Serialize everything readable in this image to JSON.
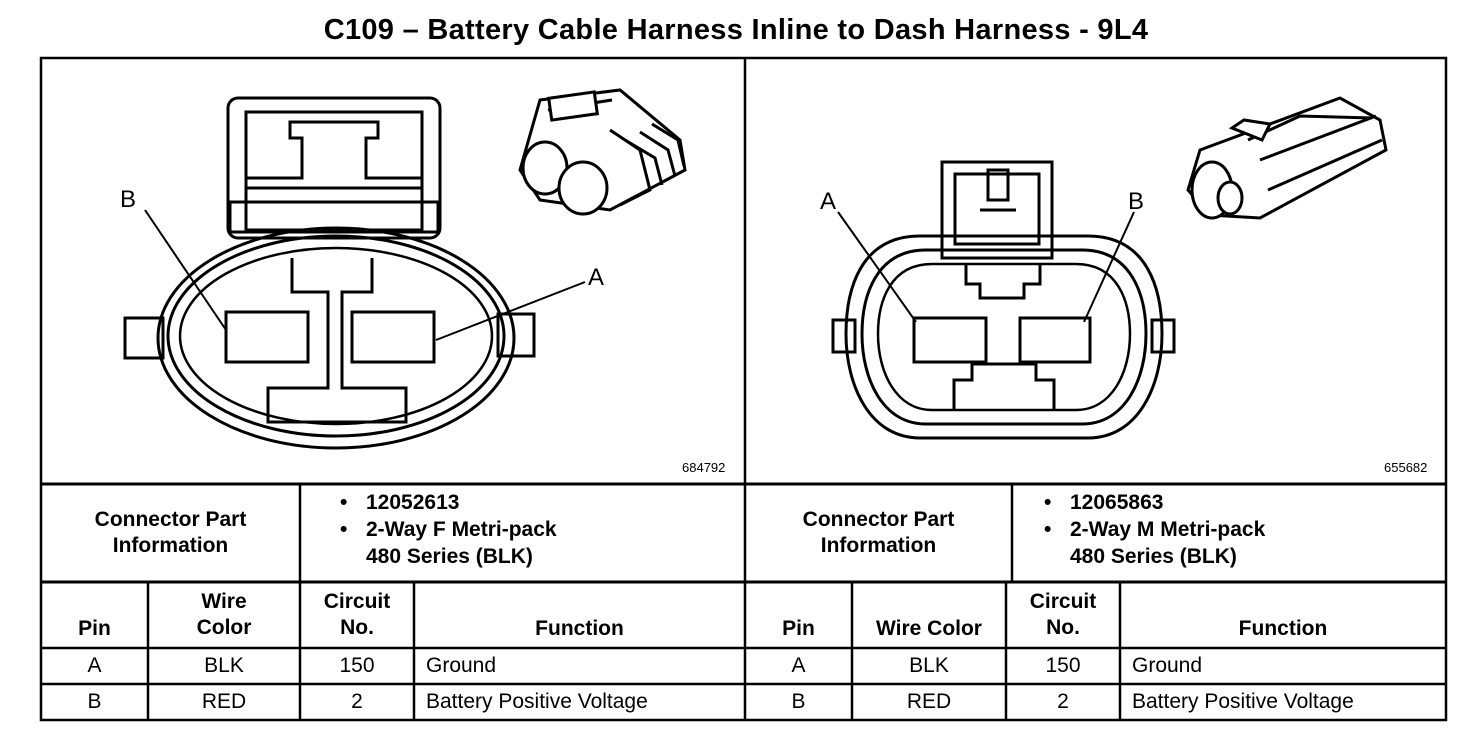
{
  "title": "C109 – Battery Cable Harness Inline to Dash Harness - 9L4",
  "left": {
    "pin_a_label": "A",
    "pin_b_label": "B",
    "figure_id": "684792",
    "info_label": "Connector Part Information",
    "part_number": "12052613",
    "part_desc_line1": "2-Way F Metri-pack",
    "part_desc_line2": "480 Series (BLK)"
  },
  "right": {
    "pin_a_label": "A",
    "pin_b_label": "B",
    "figure_id": "655682",
    "info_label": "Connector Part Information",
    "part_number": "12065863",
    "part_desc_line1": "2-Way M Metri-pack",
    "part_desc_line2": "480 Series (BLK)"
  },
  "columns": {
    "pin": "Pin",
    "wire_color": "Wire Color",
    "circuit": "Circuit No.",
    "function": "Function"
  },
  "rows": [
    {
      "pin": "A",
      "wire_color": "BLK",
      "circuit": "150",
      "function": "Ground"
    },
    {
      "pin": "B",
      "wire_color": "RED",
      "circuit": "2",
      "function": "Battery Positive Voltage"
    }
  ]
}
